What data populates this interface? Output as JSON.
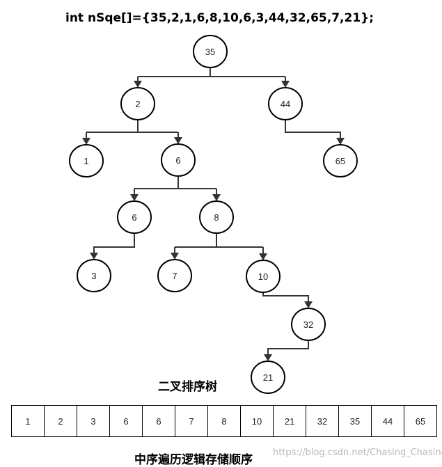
{
  "title": "int nSqe[]={35,2,1,6,8,10,6,3,44,32,65,7,21};",
  "tree": {
    "label": "二叉排序树",
    "nodes": [
      {
        "id": "n35",
        "value": "35"
      },
      {
        "id": "n2",
        "value": "2"
      },
      {
        "id": "n44",
        "value": "44"
      },
      {
        "id": "n1",
        "value": "1"
      },
      {
        "id": "n6a",
        "value": "6"
      },
      {
        "id": "n65",
        "value": "65"
      },
      {
        "id": "n6b",
        "value": "6"
      },
      {
        "id": "n8",
        "value": "8"
      },
      {
        "id": "n3",
        "value": "3"
      },
      {
        "id": "n7",
        "value": "7"
      },
      {
        "id": "n10",
        "value": "10"
      },
      {
        "id": "n32",
        "value": "32"
      },
      {
        "id": "n21",
        "value": "21"
      }
    ],
    "edges": [
      {
        "from": "n35",
        "to": "n2"
      },
      {
        "from": "n35",
        "to": "n44"
      },
      {
        "from": "n2",
        "to": "n1"
      },
      {
        "from": "n2",
        "to": "n6a"
      },
      {
        "from": "n44",
        "to": "n65"
      },
      {
        "from": "n6a",
        "to": "n6b"
      },
      {
        "from": "n6a",
        "to": "n8"
      },
      {
        "from": "n6b",
        "to": "n3"
      },
      {
        "from": "n8",
        "to": "n7"
      },
      {
        "from": "n8",
        "to": "n10"
      },
      {
        "from": "n10",
        "to": "n32"
      },
      {
        "from": "n32",
        "to": "n21"
      }
    ]
  },
  "inorder": {
    "label": "中序遍历逻辑存储顺序",
    "values": [
      "1",
      "2",
      "3",
      "6",
      "6",
      "7",
      "8",
      "10",
      "21",
      "32",
      "35",
      "44",
      "65"
    ]
  },
  "watermark": "https://blog.csdn.net/Chasing_Chasing"
}
